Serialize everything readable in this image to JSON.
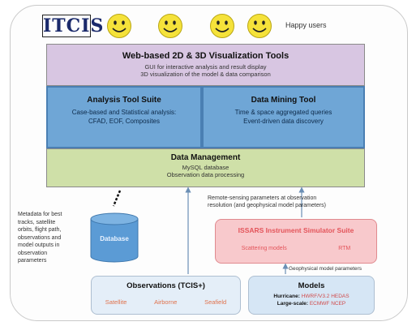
{
  "logo": {
    "text": "ITCIS"
  },
  "happy_users": "Happy users",
  "smileys": 4,
  "viz_tools": {
    "title": "Web-based 2D & 3D Visualization Tools",
    "lines": [
      "GUI for interactive analysis and result display",
      "3D visualization of the model & data comparison"
    ]
  },
  "analysis_suite": {
    "title": "Analysis Tool Suite",
    "lines": [
      "Case-based and Statistical analysis:",
      "CFAD, EOF, Composites"
    ]
  },
  "data_mining": {
    "title": "Data Mining Tool",
    "lines": [
      "Time & space aggregated queries",
      "Event-driven data discovery"
    ]
  },
  "data_management": {
    "title": "Data Management",
    "lines": [
      "MySQL database",
      "Observation data processing"
    ]
  },
  "database": {
    "label": "Database"
  },
  "metadata_note": [
    "Metadata for best",
    "tracks, satellite",
    "orbits, flight path,",
    "observations and",
    "model outputs in",
    "observation",
    "parameters"
  ],
  "remote_sensing_note": [
    "Remote-sensing parameters at observation",
    "resolution (and geophysical model parameters)"
  ],
  "issars": {
    "title": "ISSARS Instrument Simulator Suite",
    "items": [
      "Scattering models",
      "RTM"
    ]
  },
  "geophysical_note": "Geophysical model parameters",
  "observations": {
    "title": "Observations (TCIS+)",
    "items": [
      "Satellite",
      "Airborne",
      "Seafield"
    ]
  },
  "models": {
    "title": "Models",
    "hurricane_label": "Hurricane:",
    "hurricane_value": "HWRF/V3.2 HEDAS",
    "large_scale_label": "Large-scale:",
    "large_scale_value": "ECMWF NCEP"
  },
  "colors": {
    "viz": "#d8c6e2",
    "analysis": "#6fa6d6",
    "data_management": "#cfe0a8",
    "database": "#5b9bd5",
    "issars": "#f8c9cc",
    "smiley": "#f5e23a"
  }
}
